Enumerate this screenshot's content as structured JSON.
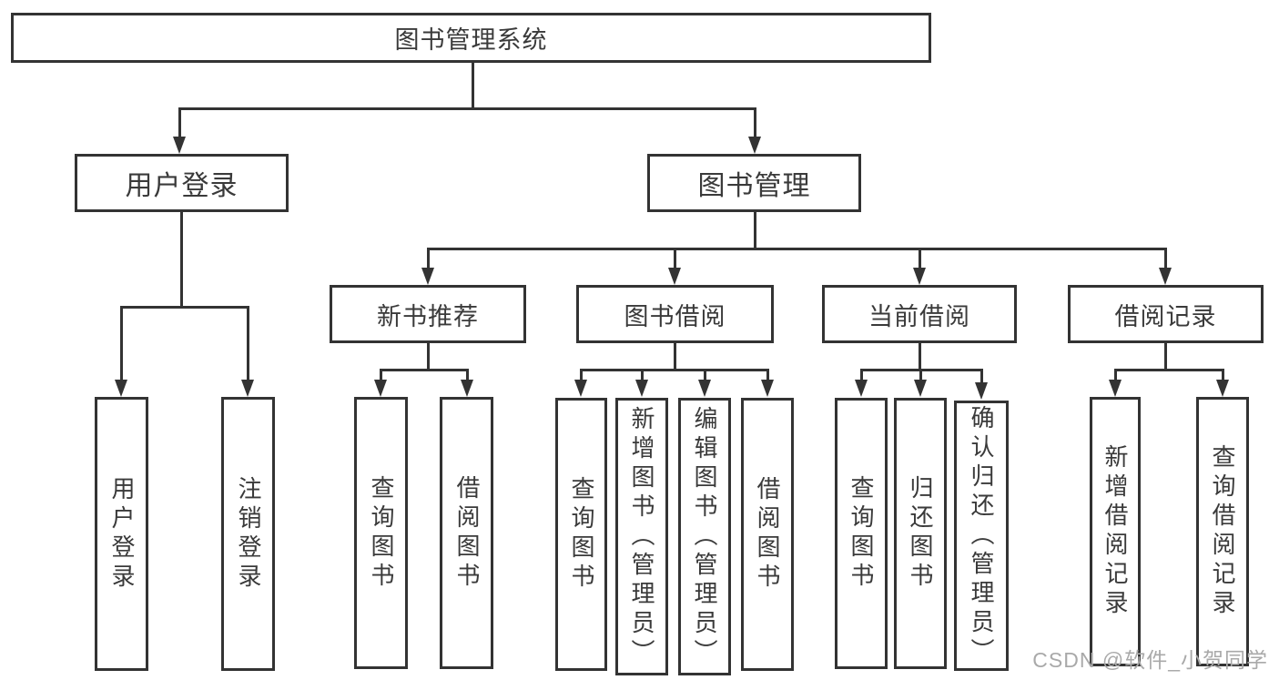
{
  "diagram_type": "tree",
  "tree": {
    "label": "图书管理系统",
    "children": [
      {
        "label": "用户登录",
        "children": [
          {
            "label": "用户登录"
          },
          {
            "label": "注销登录"
          }
        ]
      },
      {
        "label": "图书管理",
        "children": [
          {
            "label": "新书推荐",
            "children": [
              {
                "label": "查询图书"
              },
              {
                "label": "借阅图书"
              }
            ]
          },
          {
            "label": "图书借阅",
            "children": [
              {
                "label": "查询图书"
              },
              {
                "label": "新增图书（管理员）"
              },
              {
                "label": "编辑图书（管理员）"
              },
              {
                "label": "借阅图书"
              }
            ]
          },
          {
            "label": "当前借阅",
            "children": [
              {
                "label": "查询图书"
              },
              {
                "label": "归还图书"
              },
              {
                "label": "确认归还（管理员）"
              }
            ]
          },
          {
            "label": "借阅记录",
            "children": [
              {
                "label": "新增借阅记录"
              },
              {
                "label": "查询借阅记录"
              }
            ]
          }
        ]
      }
    ]
  },
  "watermark": {
    "text": "CSDN @软件_小贺同学"
  },
  "colors": {
    "line": "#333333",
    "text": "#3a3a3a",
    "background": "#ffffff",
    "watermark": "#a9a9a9"
  }
}
